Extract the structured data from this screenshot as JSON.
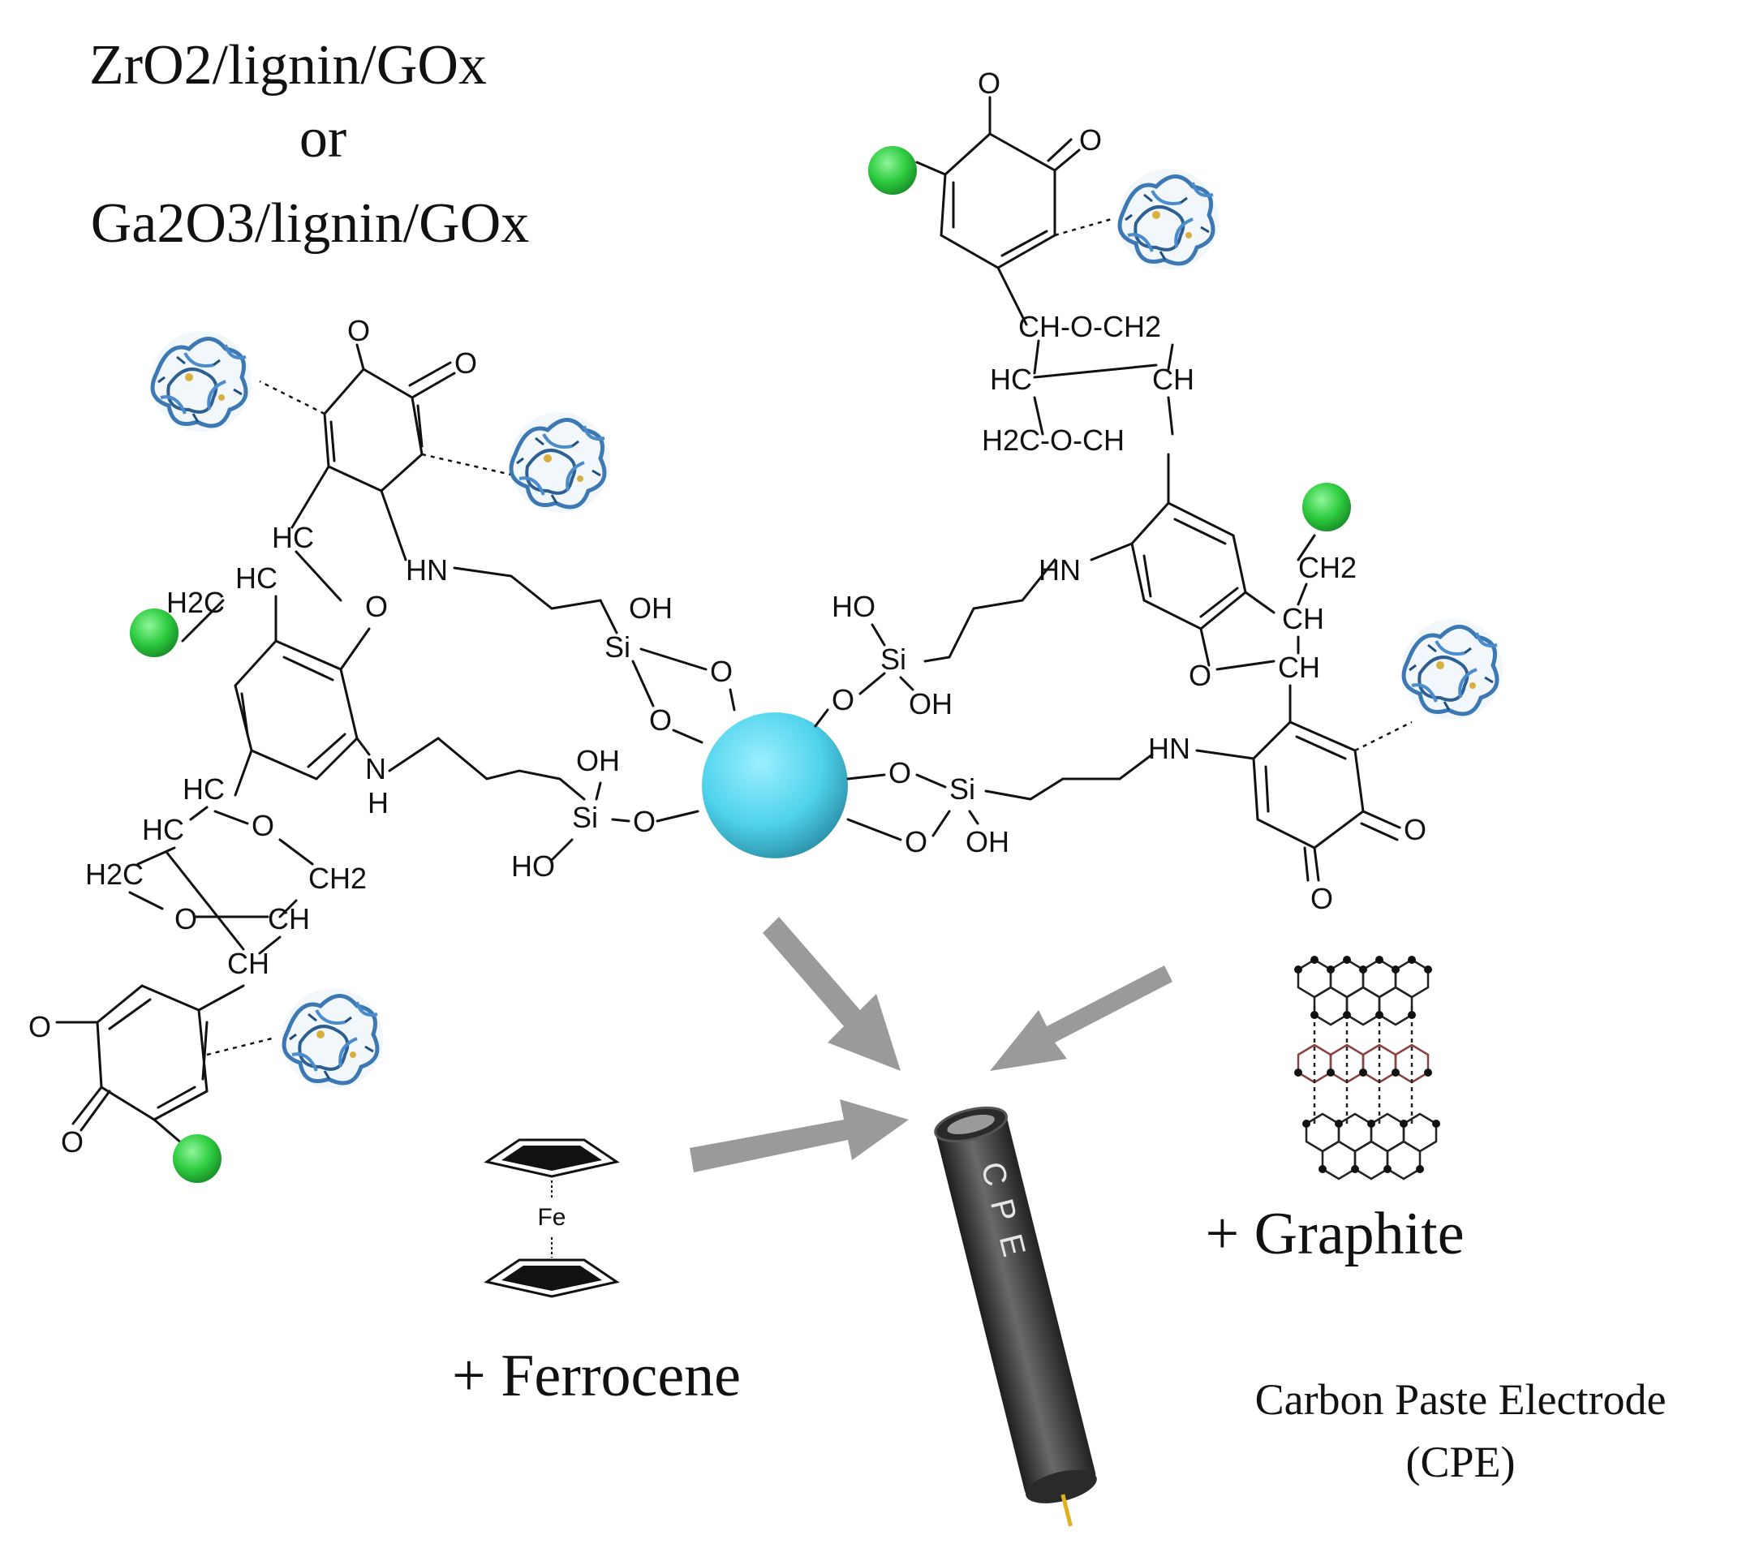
{
  "title": {
    "line1": "ZrO2/lignin/GOx",
    "line2": "or",
    "line3": "Ga2O3/lignin/GOx"
  },
  "labels": {
    "ferrocene": "+ Ferrocene",
    "graphite": "+ Graphite",
    "cpe_line1": "Carbon Paste Electrode",
    "cpe_line2": "(CPE)",
    "electrode_text": "CPE",
    "fe": "Fe"
  },
  "atoms": {
    "O": "O",
    "HN": "HN",
    "NH_N": "N",
    "NH_H": "H",
    "OH": "OH",
    "HO": "HO",
    "Si": "Si",
    "HC": "HC",
    "CH": "CH",
    "H": "H",
    "H2C": "H2C",
    "CH2": "CH2",
    "CH_O_CH2": "CH-O-CH2",
    "H2C_O_CH": "H2C-O-CH"
  },
  "colors": {
    "nanoparticle": "#4fd3ec",
    "green_sphere": "#2ecc40",
    "enzyme": "#3c78b4",
    "arrow": "#9a9a9a",
    "electrode": "#3a3a3a",
    "wire": "#e0b020"
  },
  "icons": [
    "enzyme-gox-icon",
    "green-sphere-icon",
    "nanoparticle-icon",
    "ferrocene-icon",
    "graphite-lattice-icon",
    "electrode-icon",
    "arrow-icon"
  ]
}
